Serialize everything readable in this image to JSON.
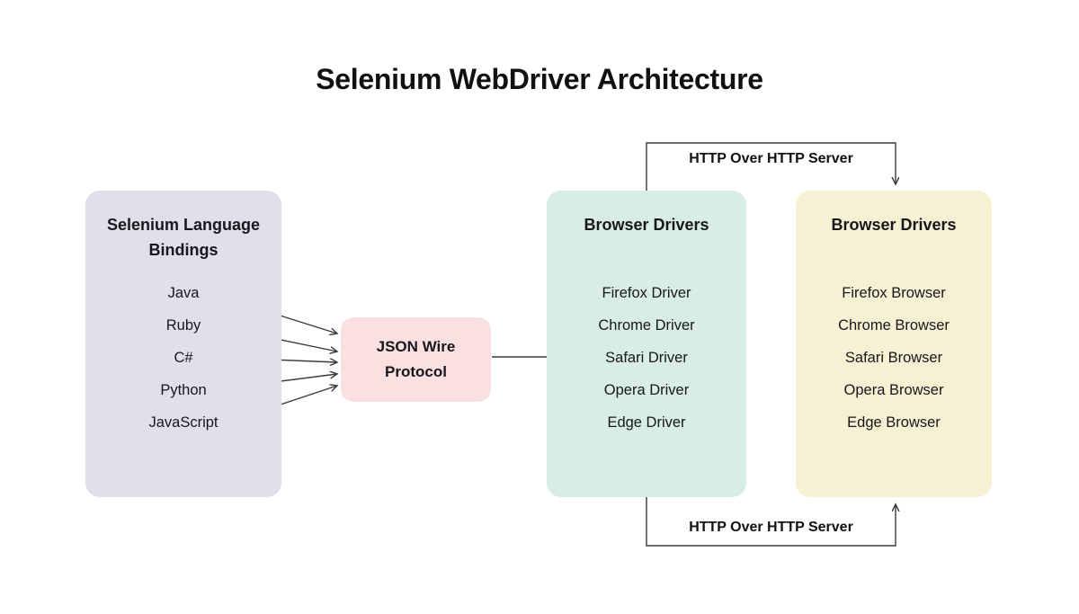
{
  "title": "Selenium WebDriver Architecture",
  "colors": {
    "bindings_box_bg": "#E2DFEA",
    "protocol_box_bg": "#FAE0E1",
    "drivers_box_bg": "#D8EDE4",
    "browsers_box_bg": "#F7F1D3",
    "line_color": "#3A3A3A",
    "text_color": "#161616"
  },
  "bindings": {
    "title": "Selenium Language Bindings",
    "items": [
      "Java",
      "Ruby",
      "C#",
      "Python",
      "JavaScript"
    ]
  },
  "protocol": {
    "title": "JSON Wire Protocol"
  },
  "drivers": {
    "title": "Browser Drivers",
    "items": [
      "Firefox Driver",
      "Chrome Driver",
      "Safari Driver",
      "Opera Driver",
      "Edge Driver"
    ]
  },
  "browsers": {
    "title": "Browser Drivers",
    "items": [
      "Firefox Browser",
      "Chrome Browser",
      "Safari Browser",
      "Opera Browser",
      "Edge Browser"
    ]
  },
  "connectors": {
    "top_label": "HTTP Over HTTP Server",
    "bottom_label": "HTTP Over HTTP Server"
  }
}
